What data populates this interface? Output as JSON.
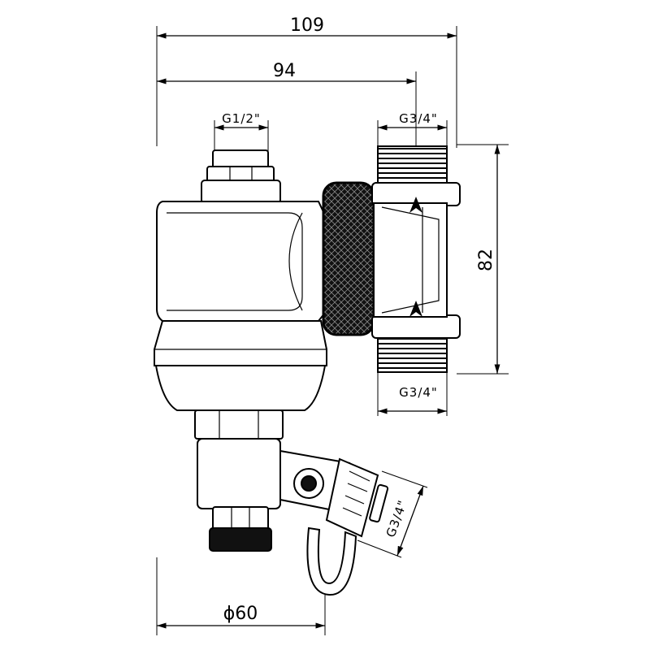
{
  "drawing": {
    "dimensions": {
      "overall_width": "109",
      "body_width": "94",
      "top_port": "G1/2\"",
      "inlet_top": "G3/4\"",
      "height": "82",
      "inlet_bottom": "G3/4\"",
      "drain_port": "G3/4\"",
      "diameter": "ϕ60"
    }
  }
}
